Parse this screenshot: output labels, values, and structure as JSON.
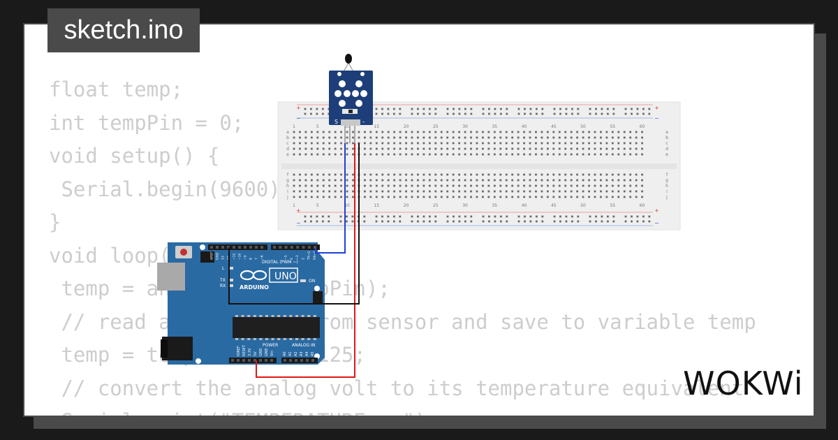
{
  "tab": {
    "filename": "sketch.ino"
  },
  "code_lines": [
    "float temp;",
    "int tempPin = 0;",
    "void setup() {",
    " Serial.begin(9600);",
    "}",
    "void loop() {",
    " temp = analogRead(tempPin);",
    " // read analog volt from sensor and save to variable temp",
    " temp = temp * 0.48828125;",
    " // convert the analog volt to its temperature equivalent",
    " Serial.print(\"TEMPERATURE = \");"
  ],
  "breadboard": {
    "column_labels": [
      "1",
      "5",
      "10",
      "15",
      "20",
      "25",
      "30",
      "35",
      "40",
      "45",
      "50",
      "55",
      "60"
    ],
    "row_labels_top": [
      "a",
      "b",
      "c",
      "d",
      "e"
    ],
    "row_labels_bottom": [
      "f",
      "g",
      "h",
      "i",
      "j"
    ],
    "rail_plus": "+",
    "rail_minus": "−"
  },
  "sensor": {
    "pin_s": "S",
    "pin_minus": "-"
  },
  "arduino": {
    "brand": "ARDUINO",
    "model": "UNO",
    "digital_label": "DIGITAL (PWM ~)",
    "power_label": "POWER",
    "analog_label": "ANALOG IN",
    "on_label": "ON",
    "l_label": "L",
    "tx_label": "TX",
    "rx_label": "RX",
    "power_pins": [
      "IOREF",
      "RESET",
      "3.3V",
      "5V",
      "GND",
      "GND",
      "Vin"
    ],
    "analog_pins": [
      "A0",
      "A1",
      "A2",
      "A3",
      "A4",
      "A5"
    ],
    "digital_pins": [
      "AREF",
      "GND",
      "13",
      "12",
      "~11",
      "~10",
      "~9",
      "8",
      "7",
      "~6",
      "~5",
      "4",
      "~3",
      "2",
      "TX→1",
      "RX←0"
    ]
  },
  "wires": {
    "signal_color": "#1f3fd6",
    "power_color": "#e01616",
    "ground_color": "#111111"
  },
  "logo": {
    "text": "WOKWi"
  }
}
